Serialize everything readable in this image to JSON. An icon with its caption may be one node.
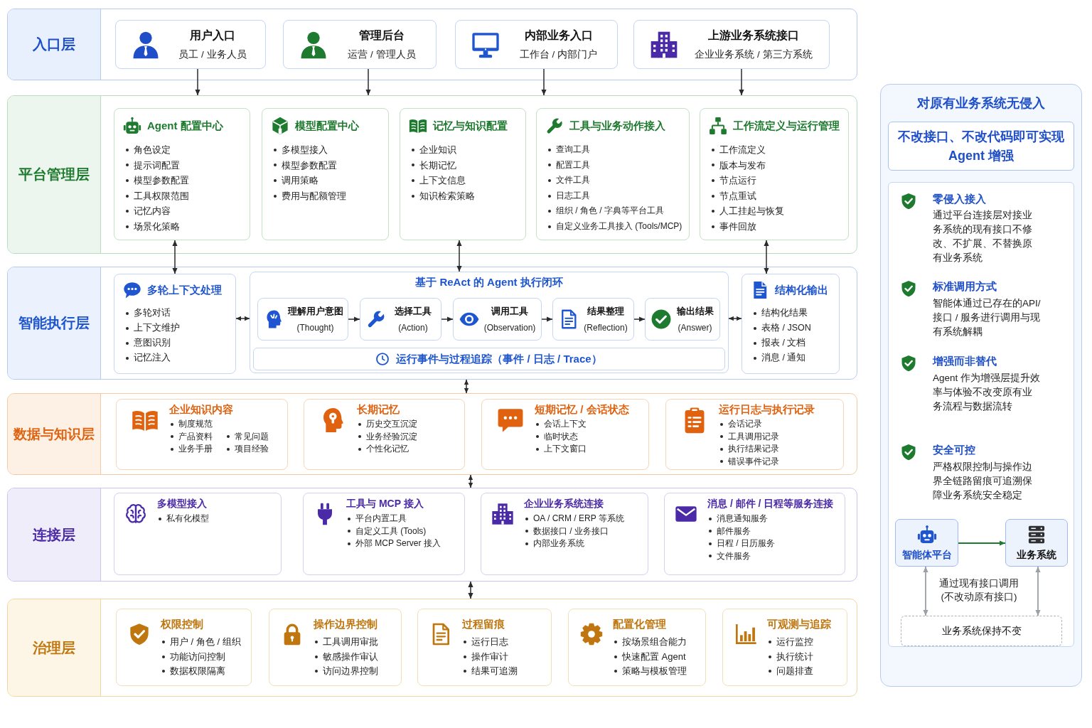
{
  "diagram": {
    "nodes": [
      {
        "text": [
          "入口层"
        ]
      },
      {
        "text": [
          "用户入口",
          "员工 / 业务人员"
        ],
        "in": 0
      },
      {
        "text": [
          "管理后台",
          "运营 / 管理人员"
        ],
        "in": 0
      },
      {
        "text": [
          "内部业务入口",
          "工作台 / 内部门户"
        ],
        "in": 0
      },
      {
        "text": [
          "上游业务系统接口",
          "企业业务系统 / 第三方系统"
        ],
        "in": 0
      },
      {
        "text": [
          "平台管理层"
        ]
      },
      {
        "text": [
          "Agent 配置中心",
          "角色设定",
          "提示词配置",
          "模型参数配置",
          "工具权限范围",
          "记忆内容",
          "场景化策略"
        ],
        "in": 5
      },
      {
        "text": [
          "模型配置中心",
          "多模型接入",
          "模型参数配置",
          "调用策略",
          "费用与配额管理"
        ],
        "in": 5
      },
      {
        "text": [
          "记忆与知识配置",
          "企业知识",
          "长期记忆",
          "上下文信息",
          "知识检索策略"
        ],
        "in": 5
      },
      {
        "text": [
          "工具与业务动作接入",
          "查询工具",
          "配置工具",
          "文件工具",
          "日志工具",
          "组织 / 角色 / 字典等平台工具",
          "自定义业务工具接入 (Tools/MCP)"
        ],
        "in": 5
      },
      {
        "text": [
          "工作流定义与运行管理",
          "工作流定义",
          "版本与发布",
          "节点运行",
          "节点重试",
          "人工挂起与恢复",
          "事件回放"
        ],
        "in": 5
      },
      {
        "text": [
          "智能执行层"
        ]
      },
      {
        "text": [
          "多轮上下文处理",
          "多轮对话",
          "上下文维护",
          "意图识别",
          "记忆注入"
        ],
        "in": 11
      },
      {
        "text": [
          "基于 ReAct 的 Agent 执行闭环"
        ],
        "in": 11
      },
      {
        "text": [
          "理解用户意图",
          "(Thought)"
        ],
        "in": 13
      },
      {
        "text": [
          "选择工具",
          "(Action)"
        ],
        "in": 13
      },
      {
        "text": [
          "调用工具",
          "(Observation)"
        ],
        "in": 13
      },
      {
        "text": [
          "结果整理",
          "(Reflection)"
        ],
        "in": 13
      },
      {
        "text": [
          "输出结果",
          "(Answer)"
        ],
        "in": 13
      },
      {
        "text": [
          "运行事件与过程追踪（事件 / 日志 / Trace）"
        ],
        "in": 13
      },
      {
        "text": [
          "结构化输出",
          "结构化结果",
          "表格 / JSON",
          "报表 / 文档",
          "消息 / 通知"
        ],
        "in": 11
      },
      {
        "text": [
          "数据与知识层"
        ]
      },
      {
        "text": [
          "企业知识内容",
          "制度规范",
          "产品资料",
          "常见问题",
          "业务手册",
          "项目经验"
        ],
        "in": 21
      },
      {
        "text": [
          "长期记忆",
          "历史交互沉淀",
          "业务经验沉淀",
          "个性化记忆"
        ],
        "in": 21
      },
      {
        "text": [
          "短期记忆 / 会话状态",
          "会话上下文",
          "临时状态",
          "上下文窗口"
        ],
        "in": 21
      },
      {
        "text": [
          "运行日志与执行记录",
          "会话记录",
          "工具调用记录",
          "执行结果记录",
          "错误事件记录"
        ],
        "in": 21
      },
      {
        "text": [
          "连接层"
        ]
      },
      {
        "text": [
          "多模型接入",
          "私有化模型"
        ],
        "in": 26
      },
      {
        "text": [
          "工具与 MCP 接入",
          "平台内置工具",
          "自定义工具 (Tools)",
          "外部 MCP Server 接入"
        ],
        "in": 26
      },
      {
        "text": [
          "企业业务系统连接",
          "OA / CRM / ERP 等系统",
          "数据接口 / 业务接口",
          "内部业务系统"
        ],
        "in": 26
      },
      {
        "text": [
          "消息 / 邮件 / 日程等服务连接",
          "消息通知服务",
          "邮件服务",
          "日程 / 日历服务",
          "文件服务"
        ],
        "in": 26
      },
      {
        "text": [
          "治理层"
        ]
      },
      {
        "text": [
          "权限控制",
          "用户 / 角色 / 组织",
          "功能访问控制",
          "数据权限隔离"
        ],
        "in": 31
      },
      {
        "text": [
          "操作边界控制",
          "工具调用审批",
          "敏感操作审认",
          "访问边界控制"
        ],
        "in": 31
      },
      {
        "text": [
          "过程留痕",
          "运行日志",
          "操作审计",
          "结果可追溯"
        ],
        "in": 31
      },
      {
        "text": [
          "配置化管理",
          "按场景组合能力",
          "快速配置 Agent",
          "策略与模板管理"
        ],
        "in": 31
      },
      {
        "text": [
          "可观测与追踪",
          "运行监控",
          "执行统计",
          "问题排查"
        ],
        "in": 31
      },
      {
        "text": [
          "对原有业务系统无侵入"
        ]
      },
      {
        "text": [
          "不改接口、不改代码即可实现 Agent 增强"
        ],
        "in": 37
      },
      {
        "text": [],
        "shape": "box",
        "in": 37
      },
      {
        "text": [
          "智能体平台"
        ],
        "in": 39
      },
      {
        "text": [
          "业务系统"
        ],
        "in": 39
      },
      {
        "text": [
          "业务系统保持不变"
        ],
        "in": 39
      }
    ],
    "edges": [
      {
        "from": 1,
        "to": 5,
        "arrow": "to"
      },
      {
        "from": 2,
        "to": 5,
        "arrow": "to"
      },
      {
        "from": 3,
        "to": 5,
        "arrow": "to"
      },
      {
        "from": 4,
        "to": 5,
        "arrow": "to"
      },
      {
        "from": 6,
        "to": 12,
        "arrow": "both"
      },
      {
        "from": 8,
        "to": 13,
        "arrow": "both"
      },
      {
        "from": 10,
        "to": 20,
        "arrow": "both"
      },
      {
        "from": 12,
        "to": 13,
        "arrow": "both"
      },
      {
        "from": 14,
        "to": 15,
        "arrow": "to"
      },
      {
        "from": 15,
        "to": 16,
        "arrow": "to"
      },
      {
        "from": 16,
        "to": 17,
        "arrow": "to"
      },
      {
        "from": 17,
        "to": 18,
        "arrow": "to"
      },
      {
        "from": 13,
        "to": 20,
        "arrow": "both"
      },
      {
        "from": 11,
        "to": 21,
        "arrow": "both"
      },
      {
        "from": 21,
        "to": 26,
        "arrow": "both"
      },
      {
        "from": 26,
        "to": 31,
        "arrow": "both"
      },
      {
        "from": 40,
        "to": 41,
        "arrow": "to",
        "color": "#1e7a2e"
      },
      {
        "from": 40,
        "to": 42,
        "arrow": "both",
        "color": "#9aa0a6"
      },
      {
        "from": 41,
        "to": 42,
        "arrow": "both",
        "color": "#9aa0a6"
      }
    ],
    "labels": [
      "零侵入接入",
      "通过平台连接层对接业务系统的现有接口不修改、不扩展、不替换原有业务系统",
      "标准调用方式",
      "智能体通过已存在的API/ 接口 / 服务进行调用与现有系统解耦",
      "增强而非替代",
      "Agent 作为增强层提升效率与体验不改变原有业务流程与数据流转",
      "安全可控",
      "严格权限控制与操作边界全链路留痕可追溯保障业务系统安全稳定",
      "通过现有接口调用(不改动原有接口)"
    ]
  }
}
